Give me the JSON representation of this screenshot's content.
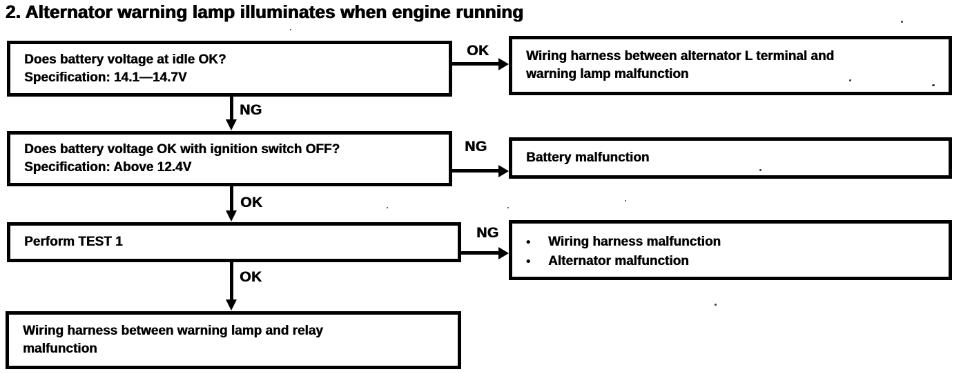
{
  "title": "2. Alternator warning lamp illuminates when engine running",
  "colors": {
    "ink": "#000000",
    "paper": "#ffffff"
  },
  "icons": {
    "bullet": "•"
  },
  "flow": {
    "left_boxes": [
      {
        "lines": [
          "Does battery voltage at idle OK?",
          "Specification: 14.1—14.7V"
        ]
      },
      {
        "lines": [
          "Does battery voltage OK with ignition switch OFF?",
          "Specification: Above 12.4V"
        ]
      },
      {
        "lines": [
          "Perform TEST 1"
        ]
      },
      {
        "lines": [
          "Wiring harness between warning lamp and relay",
          "malfunction"
        ]
      }
    ],
    "right_boxes": [
      {
        "lines": [
          "Wiring harness between alternator L terminal and",
          "warning lamp malfunction"
        ]
      },
      {
        "lines": [
          "Battery malfunction"
        ]
      },
      {
        "bullets": [
          "Wiring harness malfunction",
          "Alternator malfunction"
        ]
      }
    ],
    "branch_labels": {
      "step1_right": "OK",
      "step1_down": "NG",
      "step2_right": "NG",
      "step2_down": "OK",
      "step3_right": "NG",
      "step3_down": "OK"
    }
  }
}
